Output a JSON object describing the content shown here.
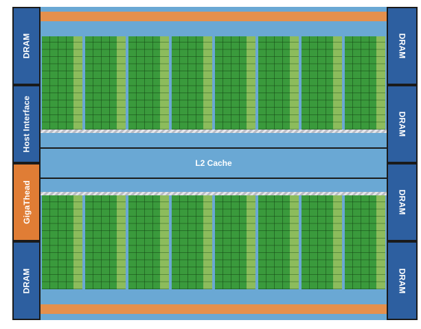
{
  "labels": {
    "left_top": "DRAM",
    "host_interface": "Host Interface",
    "gigathread": "GigaThead",
    "left_bottom": "DRAM",
    "right_1": "DRAM",
    "right_2": "DRAM",
    "right_3": "DRAM",
    "right_4": "DRAM",
    "l2_cache": "L2 Cache"
  },
  "colors": {
    "dram_blue": "#2d5fa0",
    "gigathread_orange": "#e07d35",
    "cache_blue": "#6aa8d4",
    "sm_green": "#3a9a3c",
    "sm_light_green": "#8cbc5c",
    "stripe_orange": "#e4904d",
    "border": "#1a1a1a"
  },
  "sm_columns_per_half": 8
}
